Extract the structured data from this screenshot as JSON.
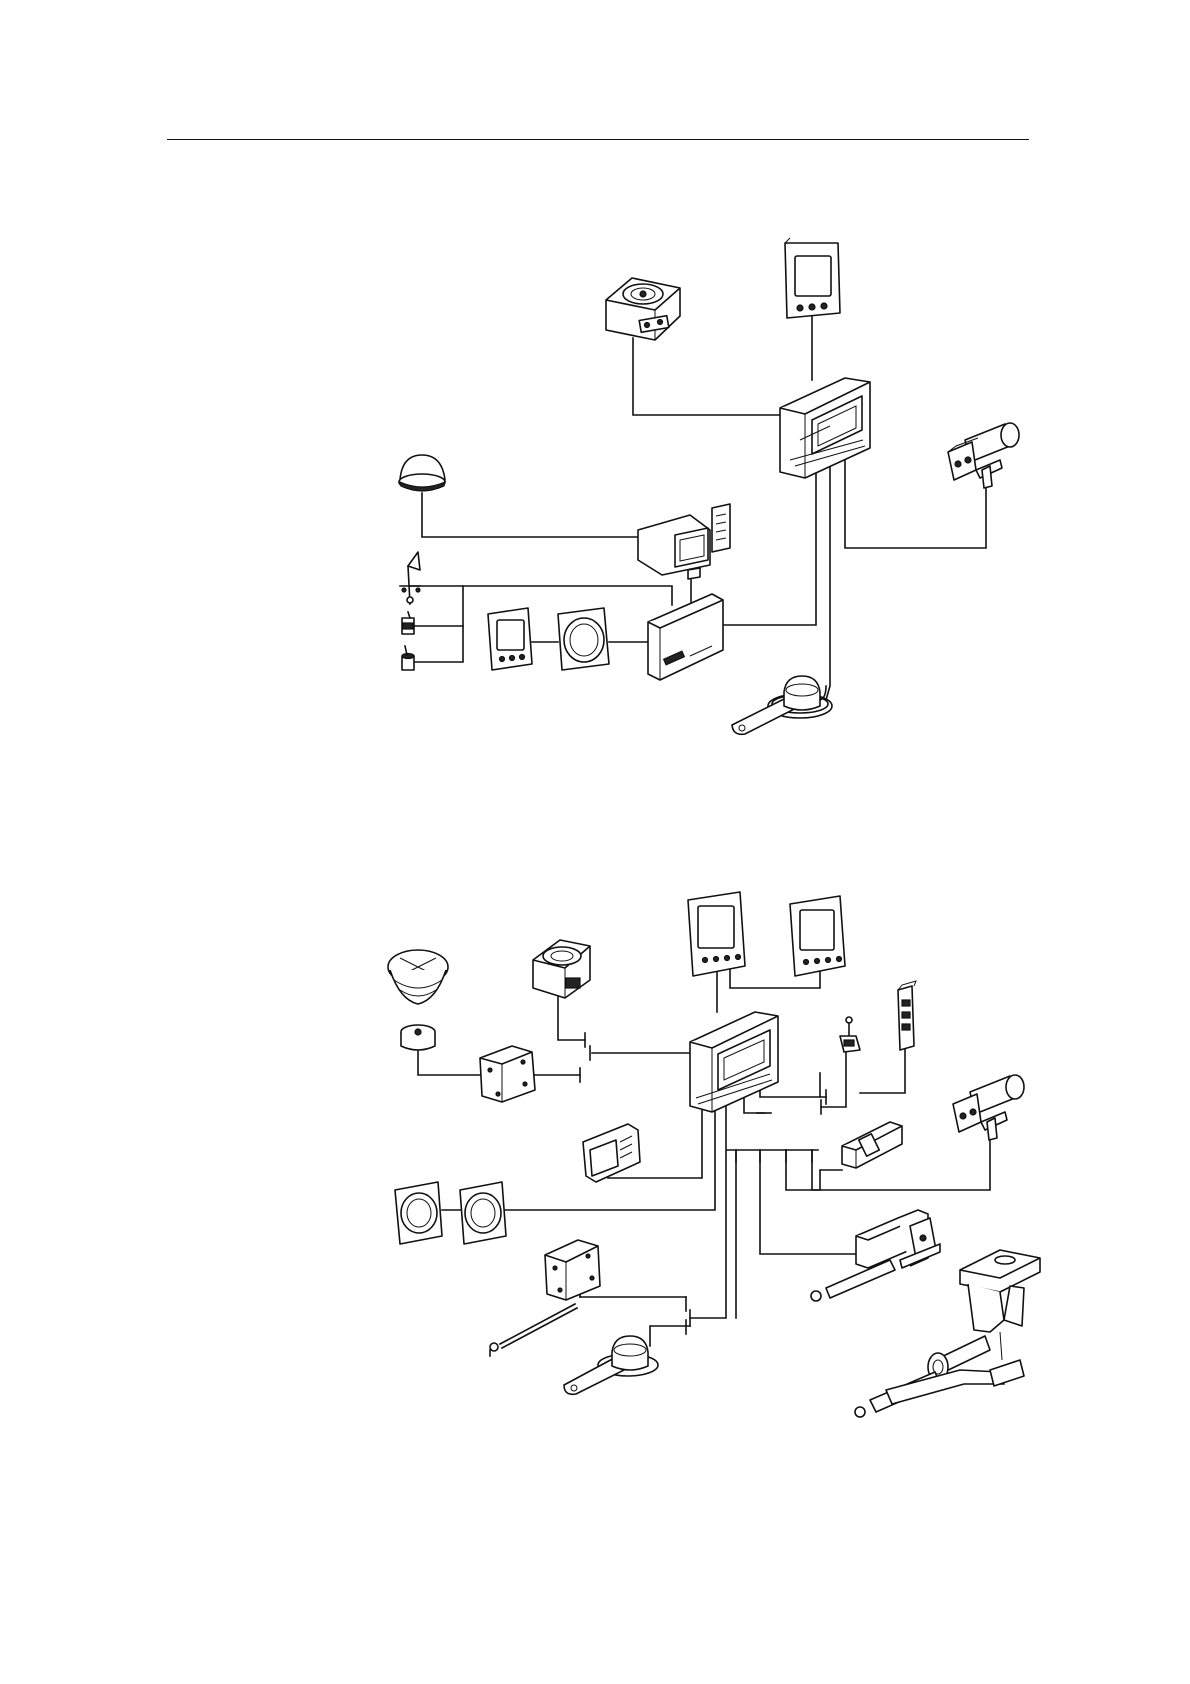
{
  "page": {
    "background": "#ffffff",
    "line_color": "#111111"
  },
  "diagrams": [
    {
      "id": "upper-system",
      "components": [
        "gps-dome-antenna",
        "chart-radar-display",
        "wind-transducer",
        "speed-transducer",
        "depth-transducer",
        "instrument-display",
        "instrument-dial",
        "interface-unit",
        "control-unit-display",
        "autopilot-control-head",
        "remote-display-head",
        "rudder-feedback-unit",
        "drive-pump-motor"
      ]
    },
    {
      "id": "lower-system",
      "components": [
        "radar-scanner",
        "fluxgate-compass",
        "junction-box-1",
        "autopilot-control-head",
        "remote-display-1",
        "remote-display-2",
        "control-unit-display",
        "joystick",
        "handheld-remote",
        "drive-pump-motor",
        "solenoid-valve",
        "plotter-display",
        "dial-1",
        "dial-2",
        "linear-drive-unit",
        "rudder-drive-unit",
        "junction-box-2",
        "rudder-feedback-unit",
        "feedback-lever"
      ]
    }
  ]
}
